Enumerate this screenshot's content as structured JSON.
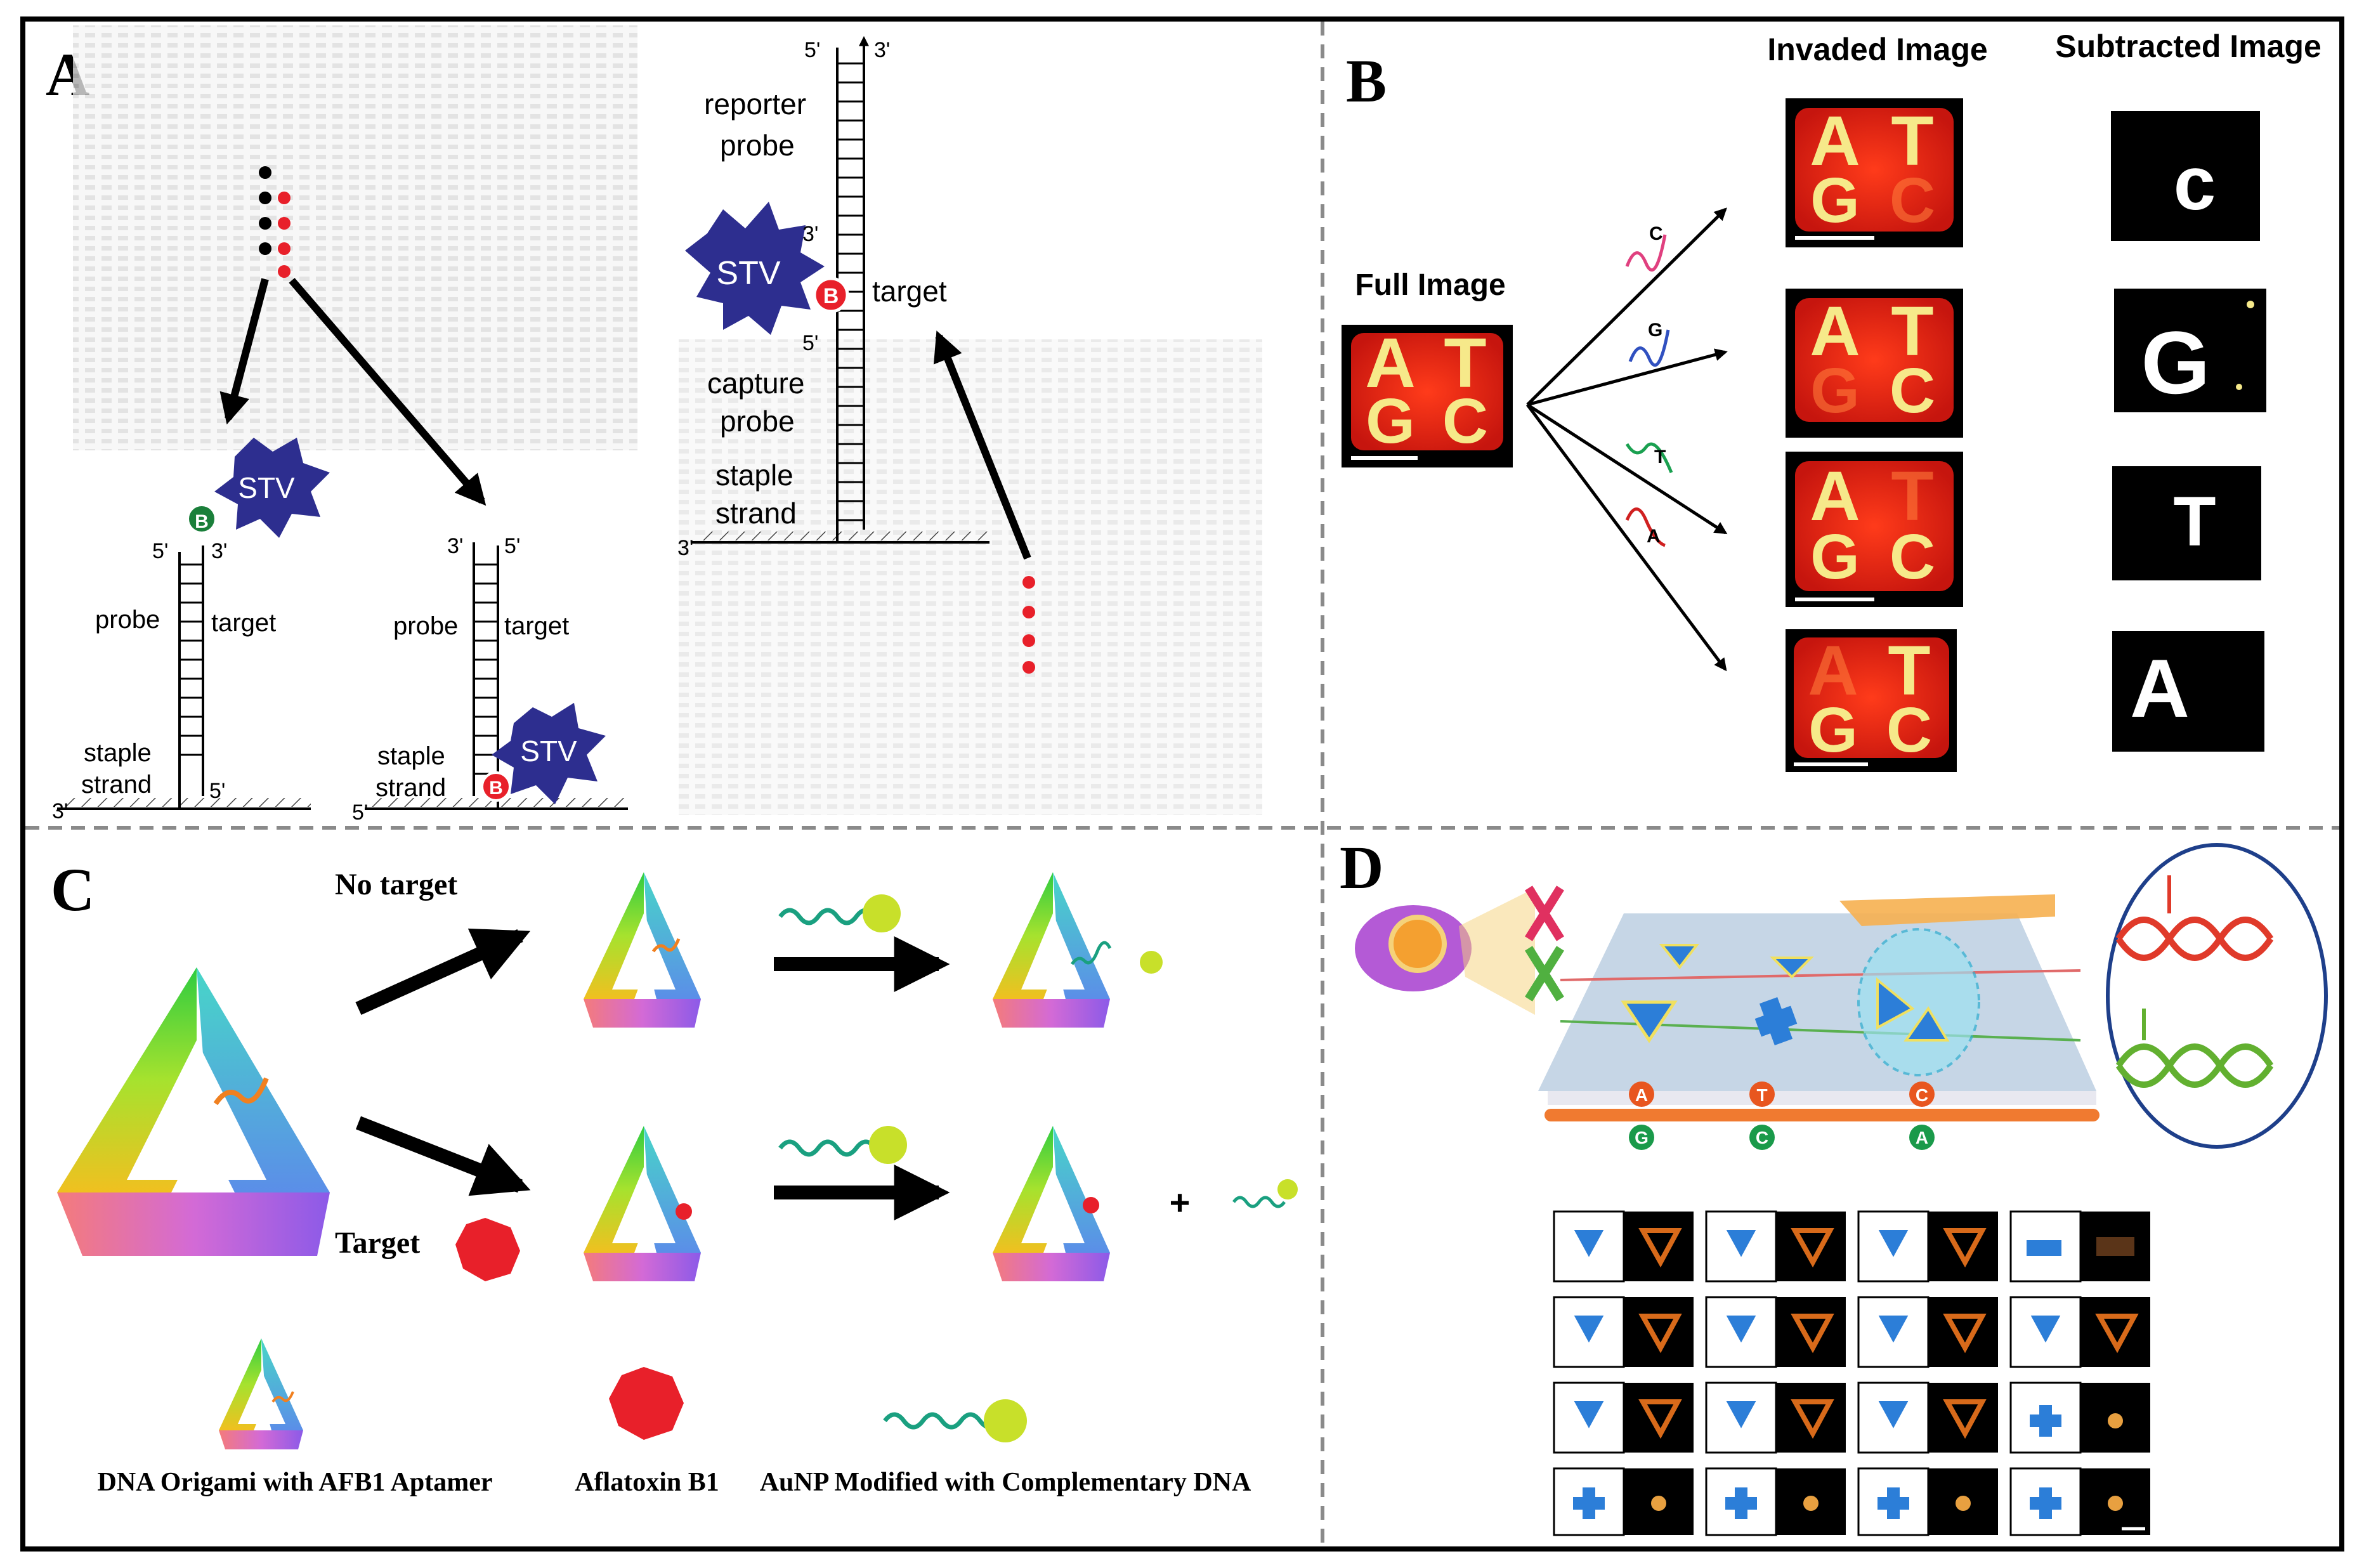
{
  "panels": {
    "A": {
      "letter": "A",
      "labels": {
        "reporter": "reporter",
        "probe": "probe",
        "target": "target",
        "capture": "capture",
        "staple": "staple",
        "strand": "strand",
        "stv": "STV",
        "biotin": "B",
        "p5": "5'",
        "p3": "3'"
      }
    },
    "B": {
      "letter": "B",
      "headers": [
        "Invaded Image",
        "Subtracted Image"
      ],
      "full_image_label": "Full Image",
      "strands": [
        "C",
        "G",
        "T",
        "A"
      ],
      "strand_colors": [
        "#e0407f",
        "#3050c0",
        "#1aa050",
        "#d02020"
      ],
      "invaded_letters_faint": [
        "C",
        "G",
        "T",
        "A"
      ],
      "subtracted_shapes": [
        "c",
        "G",
        "T",
        "A"
      ]
    },
    "C": {
      "letter": "C",
      "no_target": "No target",
      "target": "Target",
      "plus": "+",
      "legend": [
        "DNA Origami with AFB1 Aptamer",
        "Aflatoxin B1",
        "AuNP Modified with Complementary DNA"
      ]
    },
    "D": {
      "letter": "D",
      "bases_top": [
        "A",
        "T",
        "C"
      ],
      "bases_bottom": [
        "G",
        "C",
        "A"
      ],
      "base_colors_top": [
        "#e8561f",
        "#e8561f",
        "#e8561f"
      ],
      "base_colors_bottom": [
        "#1a9a4a",
        "#1a9a4a",
        "#1a9a4a"
      ]
    }
  },
  "colors": {
    "stv": "#2d2e8f",
    "biotin_red": "#e8202a",
    "biotin_green": "#1a7f3a",
    "heat_red": "#e8261c",
    "heat_yellow": "#f6e98a",
    "gold": "#c8e02a",
    "divider": "#8a8a8a"
  }
}
